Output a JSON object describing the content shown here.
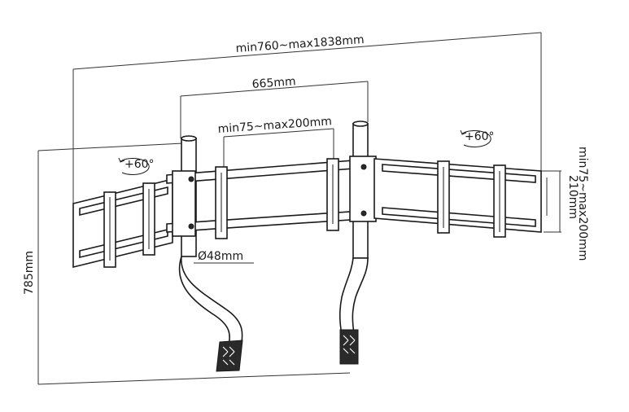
{
  "diagram": {
    "dimensions": {
      "total_width": "min760~max1838mm",
      "pole_spacing": "665mm",
      "vesa_spacing": "min75~max200mm",
      "height": "785mm",
      "vesa_height": "210mm",
      "vesa_vertical": "min75~max200mm",
      "pole_diameter": "Ø48mm"
    },
    "rotation_left": "+60°",
    "rotation_right": "+60°"
  },
  "colors": {
    "line": "#1a1a1a",
    "background": "#ffffff"
  }
}
